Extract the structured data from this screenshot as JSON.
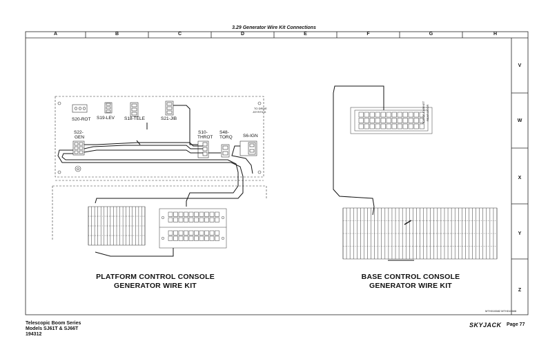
{
  "header": {
    "title": "3.29 Generator Wire Kit Connections"
  },
  "grid": {
    "columns": [
      "A",
      "B",
      "C",
      "D",
      "E",
      "F",
      "G",
      "H"
    ],
    "rows": [
      "V",
      "W",
      "X",
      "Y",
      "Z"
    ]
  },
  "platform": {
    "switches": {
      "s20": "S20-ROT",
      "s19": "S19-LEV",
      "s18": "S18-TELE",
      "s21": "S21-JIB",
      "s22a": "S22-",
      "s22b": "GEN",
      "s10a": "S10-",
      "s10b": "THROT",
      "s48a": "S48-",
      "s48b": "TORQ",
      "s6": "S6-IGN"
    },
    "joystick_a": "TO DRIVE",
    "joystick_b": "JOYSTICK",
    "caption_line1": "PLATFORM CONTROL CONSOLE",
    "caption_line2": "GENERATOR WIRE KIT"
  },
  "base": {
    "rear_a": "TOP OF CABINET",
    "rear_b": "REAR DOOR",
    "caption_line1": "BASE CONTROL CONSOLE",
    "caption_line2": "GENERATOR WIRE KIT"
  },
  "drawing_ref": "MTH010682 MTH010688",
  "footer": {
    "series": "Telescopic Boom Series",
    "models": "Models SJ61T & SJ66T",
    "doc_no": "194312",
    "logo": "SKYJACK",
    "page": "Page 77"
  }
}
